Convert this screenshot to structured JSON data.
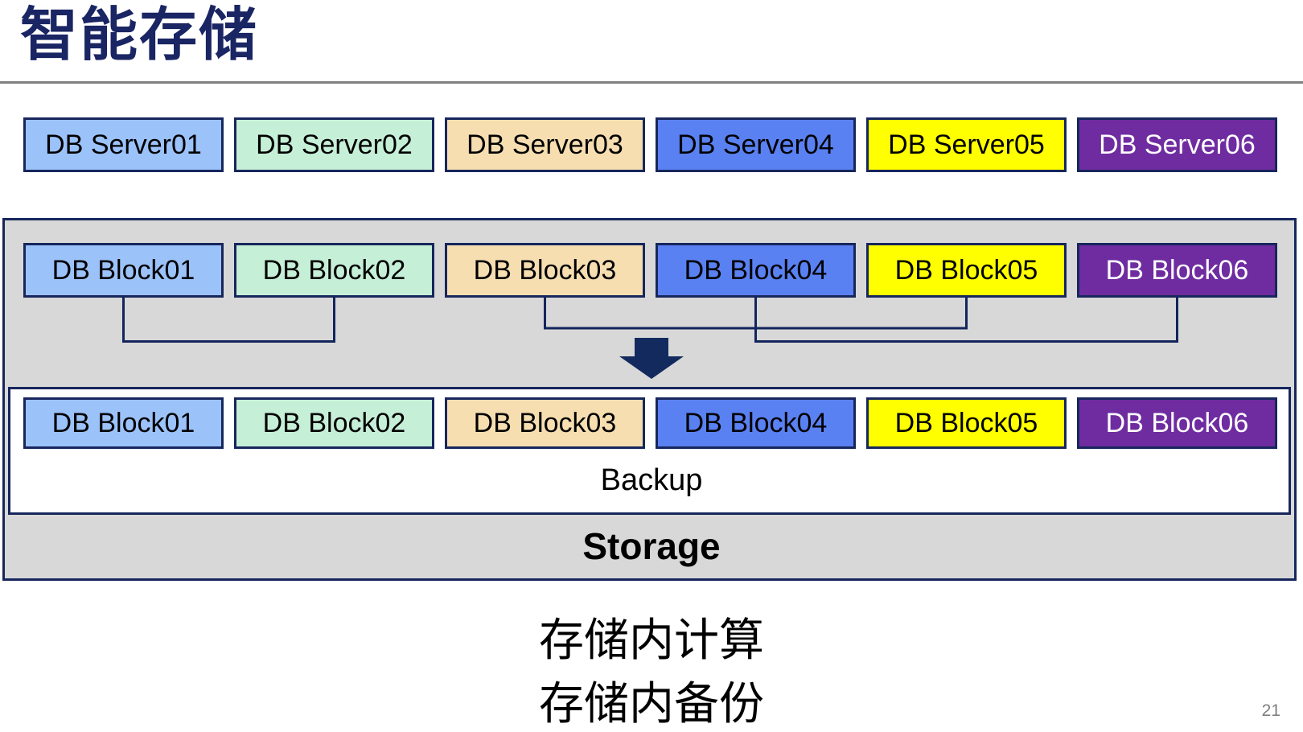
{
  "slide": {
    "title": "智能存储",
    "page_number": "21",
    "notes_lines": [
      "存储内计算",
      "存储内备份"
    ]
  },
  "diagram": {
    "backup_label": "Backup",
    "storage_label": "Storage",
    "servers": [
      {
        "label": "DB Server01",
        "bg": "#9CC2FA",
        "fg": "#000000"
      },
      {
        "label": "DB Server02",
        "bg": "#C6EFD7",
        "fg": "#000000"
      },
      {
        "label": "DB Server03",
        "bg": "#F6DEB1",
        "fg": "#000000"
      },
      {
        "label": "DB Server04",
        "bg": "#5A81F2",
        "fg": "#000000"
      },
      {
        "label": "DB Server05",
        "bg": "#FFFF00",
        "fg": "#000000"
      },
      {
        "label": "DB Server06",
        "bg": "#6F2CA0",
        "fg": "#FFFFFF"
      }
    ],
    "storage_blocks_top": [
      {
        "label": "DB Block01",
        "bg": "#9CC2FA",
        "fg": "#000000"
      },
      {
        "label": "DB Block02",
        "bg": "#C6EFD7",
        "fg": "#000000"
      },
      {
        "label": "DB Block03",
        "bg": "#F6DEB1",
        "fg": "#000000"
      },
      {
        "label": "DB Block04",
        "bg": "#5A81F2",
        "fg": "#000000"
      },
      {
        "label": "DB Block05",
        "bg": "#FFFF00",
        "fg": "#000000"
      },
      {
        "label": "DB Block06",
        "bg": "#6F2CA0",
        "fg": "#FFFFFF"
      }
    ],
    "backup_blocks": [
      {
        "label": "DB Block01",
        "bg": "#9CC2FA",
        "fg": "#000000"
      },
      {
        "label": "DB Block02",
        "bg": "#C6EFD7",
        "fg": "#000000"
      },
      {
        "label": "DB Block03",
        "bg": "#F6DEB1",
        "fg": "#000000"
      },
      {
        "label": "DB Block04",
        "bg": "#5A81F2",
        "fg": "#000000"
      },
      {
        "label": "DB Block05",
        "bg": "#FFFF00",
        "fg": "#000000"
      },
      {
        "label": "DB Block06",
        "bg": "#6F2CA0",
        "fg": "#FFFFFF"
      }
    ],
    "colors": {
      "title": "#1A2563",
      "box_border": "#17265C",
      "connector": "#13255C",
      "arrow": "#122A5E",
      "storage_fill": "#D8D8D8",
      "divider": "#808080",
      "page_number": "#7F7F7F"
    }
  }
}
